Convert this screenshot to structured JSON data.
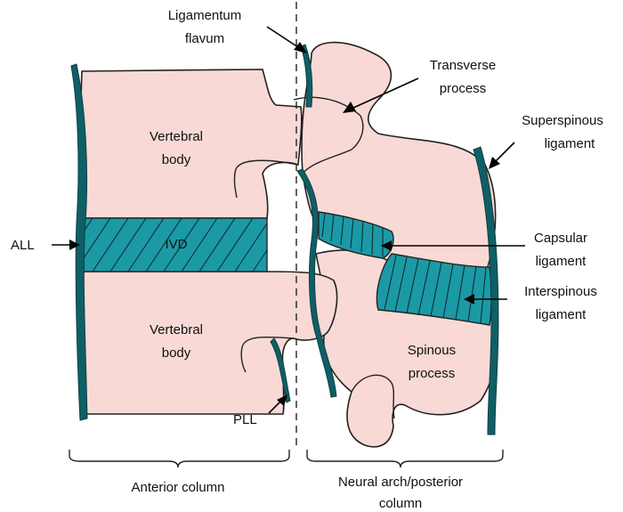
{
  "labels": {
    "ligamentum_flavum": [
      "Ligamentum",
      "flavum"
    ],
    "transverse_process": [
      "Transverse",
      "process"
    ],
    "superspinous_ligament": [
      "Superspinous",
      "ligament"
    ],
    "vertebral_body_top": [
      "Vertebral",
      "body"
    ],
    "vertebral_body_bottom": [
      "Vertebral",
      "body"
    ],
    "all": "ALL",
    "ivd": "IVD",
    "capsular_ligament": [
      "Capsular",
      "ligament"
    ],
    "interspinous_ligament": [
      "Interspinous",
      "ligament"
    ],
    "spinous_process": [
      "Spinous",
      "process"
    ],
    "pll": "PLL",
    "anterior_column": "Anterior column",
    "posterior_column": [
      "Neural arch/posterior",
      "column"
    ]
  },
  "colors": {
    "bone": "#f8d9d5",
    "ligament": "#0f5f66",
    "disc": "#1b9aa6"
  }
}
